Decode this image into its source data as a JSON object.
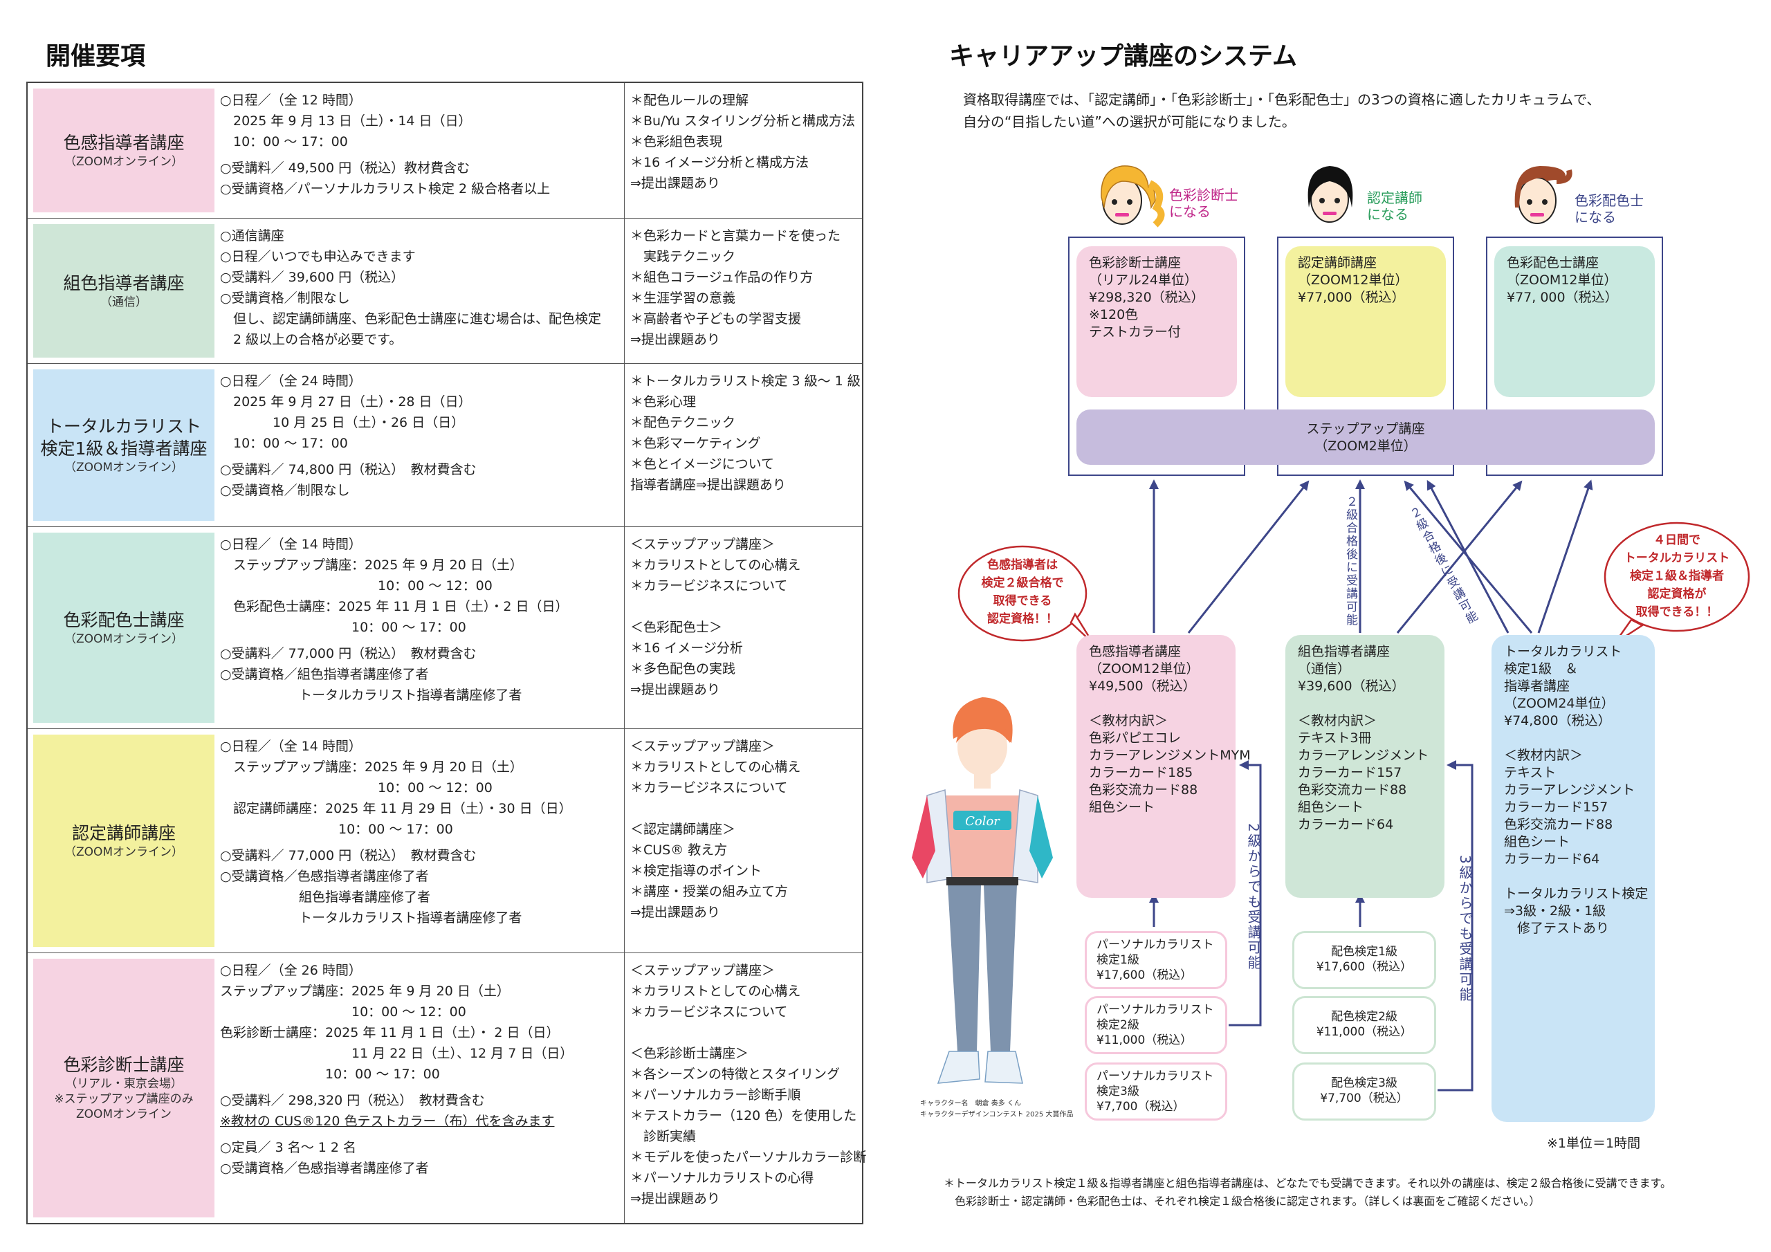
{
  "left_title": "開催要項",
  "right_title": "キャリアアップ講座のシステム",
  "colors": {
    "pink": "#f6d3e2",
    "green": "#cfe6d7",
    "blue": "#c9e4f6",
    "mint": "#c9e9e0",
    "yellow": "#f3f19e",
    "navy": "#3d4689",
    "red": "#c0282b",
    "lavender": "#c6bcdd"
  },
  "schedule": [
    {
      "name": "色感指導者講座",
      "sub": "（ZOOMオンライン）",
      "color": "#f6d3e2",
      "details": [
        "○日程／（全 12 時間）",
        "　2025 年 9 月 13 日（土）・14 日（日）",
        "　10：00 ～ 17：00",
        "",
        "○受講料／ 49,500 円（税込）教材費含む",
        "○受講資格／パーソナルカラリスト検定 2 級合格者以上"
      ],
      "contents": [
        "＊配色ルールの理解",
        "＊Bu/Yu スタイリング分析と構成方法",
        "＊色彩組色表現",
        "＊16 イメージ分析と構成方法",
        "⇒提出課題あり"
      ]
    },
    {
      "name": "組色指導者講座",
      "sub": "（通信）",
      "color": "#cfe6d7",
      "details": [
        "○通信講座",
        "○日程／いつでも申込みできます",
        "○受講料／ 39,600 円（税込）",
        "○受講資格／制限なし",
        "　但し、認定講師講座、色彩配色士講座に進む場合は、配色検定",
        "　2 級以上の合格が必要です。"
      ],
      "contents": [
        "＊色彩カードと言葉カードを使った",
        "　実践テクニック",
        "＊組色コラージュ作品の作り方",
        "＊生涯学習の意義",
        "＊高齢者や子どもの学習支援",
        "⇒提出課題あり"
      ]
    },
    {
      "name": "トータルカラリスト",
      "name2": "検定1級＆指導者講座",
      "sub": "（ZOOMオンライン）",
      "color": "#c9e4f6",
      "details": [
        "○日程／（全 24 時間）",
        "　2025 年 9 月 27 日（土）・28 日（日）",
        "　　　　10 月 25 日（土）・26 日（日）",
        "　10：00 ～ 17：00",
        "",
        "○受講料／ 74,800 円（税込）　教材費含む",
        "○受講資格／制限なし"
      ],
      "contents": [
        "＊トータルカラリスト検定 3 級～ 1 級",
        "＊色彩心理",
        "＊配色テクニック",
        "＊色彩マーケティング",
        "＊色とイメージについて",
        "指導者講座⇒提出課題あり"
      ]
    },
    {
      "name": "色彩配色士講座",
      "sub": "（ZOOMオンライン）",
      "color": "#c9e9e0",
      "details": [
        "○日程／（全 14 時間）",
        "　ステップアップ講座：2025 年 9 月 20 日（土）",
        "　　　　　　　　　　　　10：00 ～ 12：00",
        "　色彩配色士講座：2025 年 11 月 1 日（土）・2 日（日）",
        "　　　　　　　　　　10：00 ～ 17：00",
        "",
        "○受講料／ 77,000 円（税込）　教材費含む",
        "○受講資格／組色指導者講座修了者",
        "　　　　　　トータルカラリスト指導者講座修了者"
      ],
      "contents": [
        "＜ステップアップ講座＞",
        "＊カラリストとしての心構え",
        "＊カラービジネスについて",
        "",
        "＜色彩配色士＞",
        "＊16 イメージ分析",
        "＊多色配色の実践",
        "⇒提出課題あり"
      ]
    },
    {
      "name": "認定講師講座",
      "sub": "（ZOOMオンライン）",
      "color": "#f3f19e",
      "details": [
        "○日程／（全 14 時間）",
        "　ステップアップ講座：2025 年 9 月 20 日（土）",
        "　　　　　　　　　　　　10：00 ～ 12：00",
        "　認定講師講座：2025 年 11 月 29 日（土）・30 日（日）",
        "　　　　　　　　　10：00 ～ 17：00",
        "",
        "○受講料／ 77,000 円（税込）　教材費含む",
        "○受講資格／色感指導者講座修了者",
        "　　　　　　組色指導者講座修了者",
        "　　　　　　トータルカラリスト指導者講座修了者"
      ],
      "contents": [
        "＜ステップアップ講座＞",
        "＊カラリストとしての心構え",
        "＊カラービジネスについて",
        "",
        "＜認定講師講座＞",
        "＊CUS® 教え方",
        "＊検定指導のポイント",
        "＊講座・授業の組み立て方",
        "⇒提出課題あり"
      ]
    },
    {
      "name": "色彩診断士講座",
      "sub": "（リアル・東京会場）",
      "sub2": "※ステップアップ講座のみ",
      "sub3": "ZOOMオンライン",
      "color": "#f6d3e2",
      "details": [
        "○日程／（全 26 時間）",
        "ステップアップ講座：2025 年 9 月 20 日（土）",
        "　　　　　　　　　　10：00 ～ 12：00",
        "色彩診断士講座：2025 年 11 月 1 日（土）・ 2 日（日）",
        "　　　　　　　　　　11 月 22 日（土）、12 月 7 日（日）",
        "　　　　　　　　10：00 ～ 17：00",
        "",
        "○受講料／ 298,320 円（税込）　教材費含む",
        "※教材の CUS®120 色テストカラー（布）代を含みます",
        "",
        "○定員／ 3 名～ 1 2 名",
        "○受講資格／色感指導者講座修了者"
      ],
      "contents": [
        "＜ステップアップ講座＞",
        "＊カラリストとしての心構え",
        "＊カラービジネスについて",
        "",
        "＜色彩診断士講座＞",
        "＊各シーズンの特徴とスタイリング",
        "＊パーソナルカラー診断手順",
        "＊テストカラー（120 色）を使用した",
        "　診断実績",
        "＊モデルを使ったパーソナルカラー診断",
        "＊パーソナルカラリストの心得",
        "⇒提出課題あり"
      ]
    }
  ],
  "intro": [
    "資格取得講座では、「認定講師」・「色彩診断士」・「色彩配色士」の3つの資格に適したカリキュラムで、",
    "自分の“目指したい道”への選択が可能になりました。"
  ],
  "faces": [
    {
      "label1": "色彩診断士",
      "label2": "になる",
      "color": "#c0288a"
    },
    {
      "label1": "認定講師",
      "label2": "になる",
      "color": "#2a9d5c"
    },
    {
      "label1": "色彩配色士",
      "label2": "になる",
      "color": "#3d4689"
    }
  ],
  "top_boxes": [
    {
      "lines": [
        "色彩診断士講座",
        "（リアル24単位）",
        "¥298,320（税込）",
        "※120色",
        "テストカラー付"
      ]
    },
    {
      "lines": [
        "認定講師講座",
        "（ZOOM12単位）",
        "¥77,000（税込）"
      ]
    },
    {
      "lines": [
        "色彩配色士講座",
        "（ZOOM12単位）",
        "¥77, 000（税込）"
      ]
    }
  ],
  "stepup": {
    "l1": "ステップアップ講座",
    "l2": "（ZOOM2単位）"
  },
  "arrow_label_1": "２級合格後に受講可能",
  "arrow_label_2": "２級合格後に受講可能",
  "bubble_left": [
    "色感指導者は",
    "検定２級合格で",
    "取得できる",
    "認定資格！！"
  ],
  "bubble_right": [
    "４日間で",
    "トータルカラリスト",
    "検定１級＆指導者",
    "認定資格が",
    "取得できる！！"
  ],
  "mid_boxes": [
    {
      "lines": [
        "色感指導者講座",
        "（ZOOM12単位）",
        "¥49,500（税込）",
        "",
        "＜教材内訳＞",
        "色彩パピエコレ",
        "カラーアレンジメントMYM",
        "カラーカード185",
        "色彩交流カード88",
        "組色シート"
      ]
    },
    {
      "lines": [
        "組色指導者講座",
        "（通信）",
        "¥39,600（税込）",
        "",
        "＜教材内訳＞",
        "テキスト3冊",
        "カラーアレンジメント",
        "カラーカード157",
        "色彩交流カード88",
        "組色シート",
        "カラーカード64"
      ]
    },
    {
      "lines": [
        "トータルカラリスト",
        "検定1級　＆",
        "指導者講座",
        "（ZOOM24単位）",
        "¥74,800（税込）",
        "",
        "＜教材内訳＞",
        "テキスト",
        "カラーアレンジメント",
        "カラーカード157",
        "色彩交流カード88",
        "組色シート",
        "カラーカード64",
        "",
        "トータルカラリスト検定",
        "⇒3級・2級・1級",
        "　修了テストあり"
      ]
    }
  ],
  "pc_boxes": [
    {
      "lines": [
        "パーソナルカラリスト",
        "検定1級",
        "¥17,600（税込）"
      ]
    },
    {
      "lines": [
        "パーソナルカラリスト",
        "検定2級",
        "¥11,000（税込）"
      ]
    },
    {
      "lines": [
        "パーソナルカラリスト",
        "検定3級",
        "¥7,700（税込）"
      ]
    }
  ],
  "hc_boxes": [
    {
      "lines": [
        "配色検定1級",
        "¥17,600（税込）"
      ]
    },
    {
      "lines": [
        "配色検定2級",
        "¥11,000（税込）"
      ]
    },
    {
      "lines": [
        "配色検定3級",
        "¥7,700（税込）"
      ]
    }
  ],
  "vlabel_2": "2級からでも受講可能",
  "vlabel_3": "3級からでも受講可能",
  "shirt_text": "Color",
  "char_credit": [
    "キャラクター名　朝倉 奏多 くん",
    "キャラクターデザインコンテスト 2025 大賞作品"
  ],
  "unit_note": "※1単位＝1時間",
  "footnotes": [
    "＊トータルカラリスト検定１級＆指導者講座と組色指導者講座は、どなたでも受講できます。それ以外の講座は、検定２級合格後に受講できます。",
    "　色彩診断士・認定講師・色彩配色士は、それぞれ検定１級合格後に認定されます。（詳しくは裏面をご確認ください。）"
  ]
}
